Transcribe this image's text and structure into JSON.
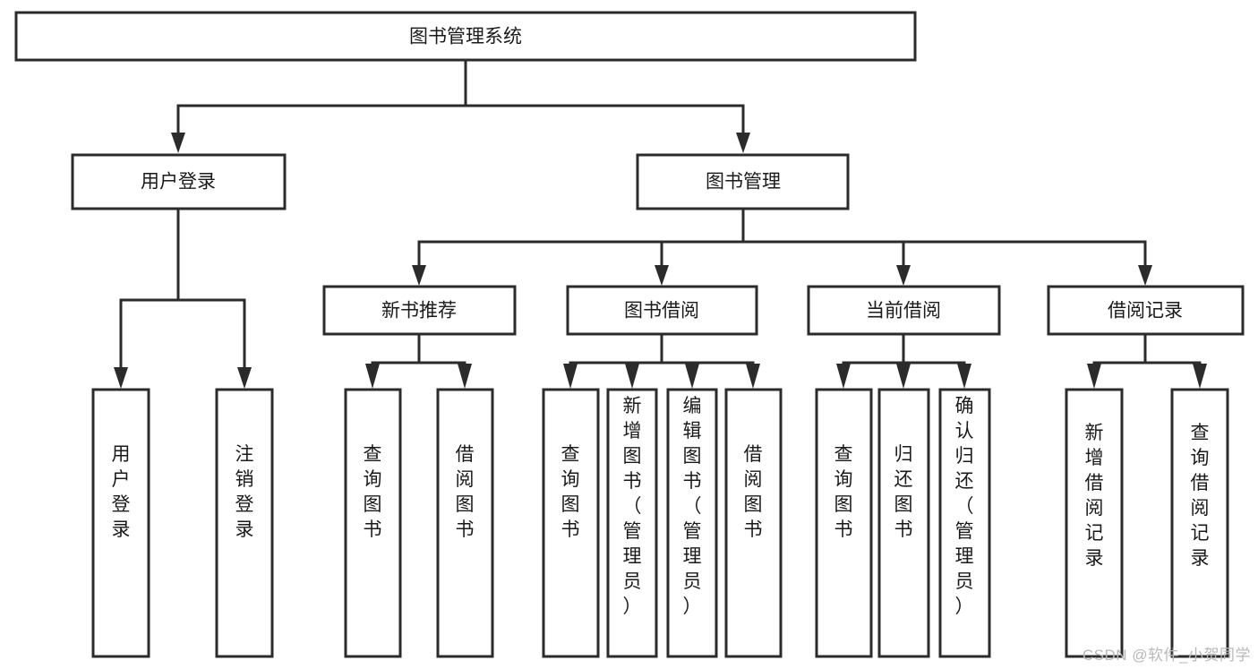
{
  "diagram": {
    "title": "图书管理系统",
    "type": "tree",
    "background_color": "#ffffff",
    "line_color": "#2b2b2b",
    "box_fill": "#ffffff",
    "text_color": "#1a1a1a",
    "root": {
      "label": "图书管理系统",
      "orientation": "horizontal"
    },
    "level2": [
      {
        "label": "用户登录",
        "orientation": "horizontal"
      },
      {
        "label": "图书管理",
        "orientation": "horizontal"
      }
    ],
    "level3": [
      {
        "label": "新书推荐",
        "orientation": "horizontal",
        "parent": "图书管理"
      },
      {
        "label": "图书借阅",
        "orientation": "horizontal",
        "parent": "图书管理"
      },
      {
        "label": "当前借阅",
        "orientation": "horizontal",
        "parent": "图书管理"
      },
      {
        "label": "借阅记录",
        "orientation": "horizontal",
        "parent": "图书管理"
      }
    ],
    "leaves": {
      "user_login": [
        {
          "label": "用户登录",
          "orientation": "vertical"
        },
        {
          "label": "注销登录",
          "orientation": "vertical"
        }
      ],
      "new_book_recommend": [
        {
          "label": "查询图书",
          "orientation": "vertical"
        },
        {
          "label": "借阅图书",
          "orientation": "vertical"
        }
      ],
      "book_borrow": [
        {
          "label": "查询图书",
          "orientation": "vertical"
        },
        {
          "label": "新增图书（管理员）",
          "orientation": "vertical"
        },
        {
          "label": "编辑图书（管理员）",
          "orientation": "vertical"
        },
        {
          "label": "借阅图书",
          "orientation": "vertical"
        }
      ],
      "current_borrow": [
        {
          "label": "查询图书",
          "orientation": "vertical"
        },
        {
          "label": "归还图书",
          "orientation": "vertical"
        },
        {
          "label": "确认归还（管理员）",
          "orientation": "vertical"
        }
      ],
      "borrow_record": [
        {
          "label": "新增借阅记录",
          "orientation": "vertical"
        },
        {
          "label": "查询借阅记录",
          "orientation": "vertical"
        }
      ]
    }
  },
  "watermark": {
    "text": "CSDN @软件_小贺同学",
    "color": "#b8b8b8"
  }
}
